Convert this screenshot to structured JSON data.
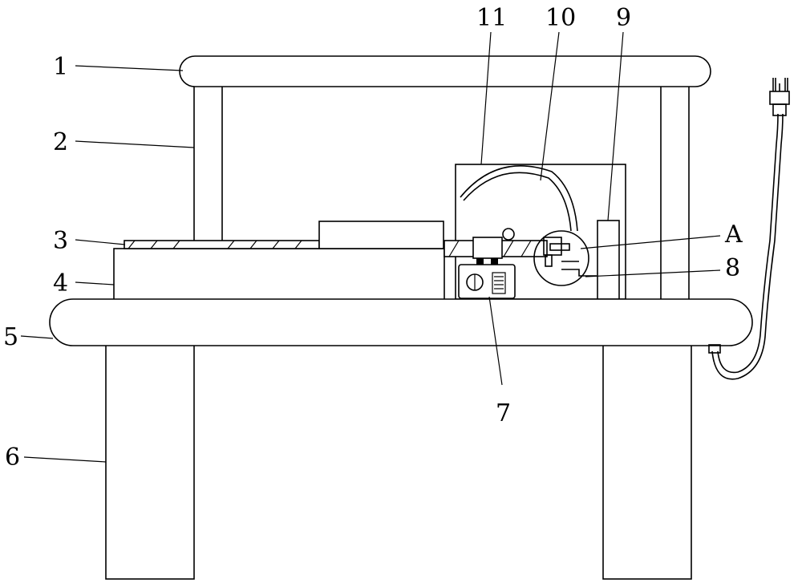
{
  "callouts": [
    {
      "id": "1",
      "text": "1"
    },
    {
      "id": "2",
      "text": "2"
    },
    {
      "id": "3",
      "text": "3"
    },
    {
      "id": "4",
      "text": "4"
    },
    {
      "id": "5",
      "text": "5"
    },
    {
      "id": "6",
      "text": "6"
    },
    {
      "id": "7",
      "text": "7"
    },
    {
      "id": "8",
      "text": "8"
    },
    {
      "id": "9",
      "text": "9"
    },
    {
      "id": "10",
      "text": "10"
    },
    {
      "id": "11",
      "text": "11"
    },
    {
      "id": "A",
      "text": "A"
    }
  ]
}
